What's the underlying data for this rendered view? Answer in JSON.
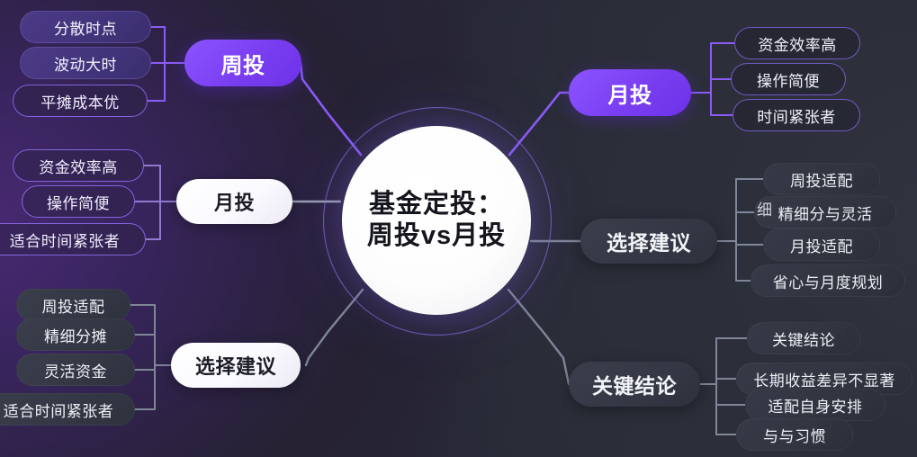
{
  "hub": {
    "line1": "基金定投：",
    "line2": "周投vs月投"
  },
  "branches": {
    "left_top": {
      "label": "周投",
      "leaves": [
        "分散时点",
        "波动大时",
        "平摊成本优"
      ]
    },
    "left_mid": {
      "label": "月投",
      "leaves": [
        "资金效率高",
        "操作简便",
        "适合时间紧张者"
      ]
    },
    "left_bottom": {
      "label": "选择建议",
      "leaves": [
        "周投适配",
        "精细分摊",
        "灵活资金",
        "适合时间紧张者"
      ]
    },
    "right_top": {
      "label": "月投",
      "leaves": [
        "资金效率高",
        "操作简便",
        "时间紧张者"
      ]
    },
    "right_mid": {
      "label": "选择建议",
      "leaves": [
        "周投适配",
        "精细分与灵活",
        "月投适配",
        "省心与月度规划"
      ],
      "overlap_index": 1,
      "overlap_ghost": "细"
    },
    "right_bottom": {
      "label": "关键结论",
      "leaves": [
        "关键结论",
        "长期收益差异不显著",
        "适配自身安排",
        "与与习惯"
      ]
    }
  },
  "colors": {
    "accent_purple": "#7b3ff2",
    "accent_purple_light": "#8b55ff",
    "hub_white": "#ffffff",
    "grey_node": "#343845",
    "wire_purple": "#8a5bf5",
    "wire_grey": "#7e8697"
  }
}
